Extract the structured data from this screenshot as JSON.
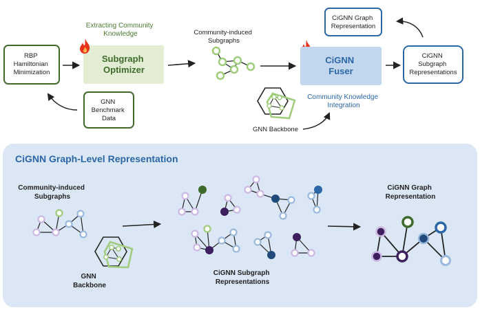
{
  "top": {
    "rbp_box": [
      "RBP",
      "Hamiltonian",
      "Minimization"
    ],
    "extract_label": [
      "Extracting Community",
      "Knowledge"
    ],
    "optimizer_box": [
      "Subgraph",
      "Optimizer"
    ],
    "gnn_data_box": [
      "GNN",
      "Benchmark",
      "Data"
    ],
    "community_subgraphs_label": [
      "Community-induced",
      "Subgraphs"
    ],
    "fuser_box": [
      "CiGNN",
      "Fuser"
    ],
    "integration_label": [
      "Community Knowledge",
      "Integration"
    ],
    "gnn_backbone_label": "GNN Backbone",
    "graph_rep_box": [
      "CiGNN Graph",
      "Representation"
    ],
    "subgraph_reps_box": [
      "CiGNN",
      "Subgraph",
      "Representations"
    ]
  },
  "bottom": {
    "panel_title": "CiGNN Graph-Level Representation",
    "subgraphs_label": [
      "Community-induced",
      "Subgraphs"
    ],
    "backbone_label": [
      "GNN",
      "Backbone"
    ],
    "subgraph_reps_label": [
      "CiGNN Subgraph",
      "Representations"
    ],
    "graph_rep_label": [
      "CiGNN Graph",
      "Representation"
    ]
  },
  "colors": {
    "green_dark": "#3f6b2a",
    "green_fill": "#e2edd4",
    "blue_dark": "#2b66a6",
    "blue_fill": "#c2d6ee",
    "panel_fill": "#dbe7f4",
    "flame": "#e8321e",
    "node_green": "#9fcc7a",
    "node_lilac": "#cdb8e4",
    "node_blue": "#9bb8dd",
    "node_dark_purple": "#3d1f5e",
    "node_dark_green": "#3e6b2b",
    "node_navy": "#1f4a7a"
  },
  "icons": [
    "flame-icon",
    "hexagon-backbone-icon",
    "curved-arrow-icon"
  ]
}
